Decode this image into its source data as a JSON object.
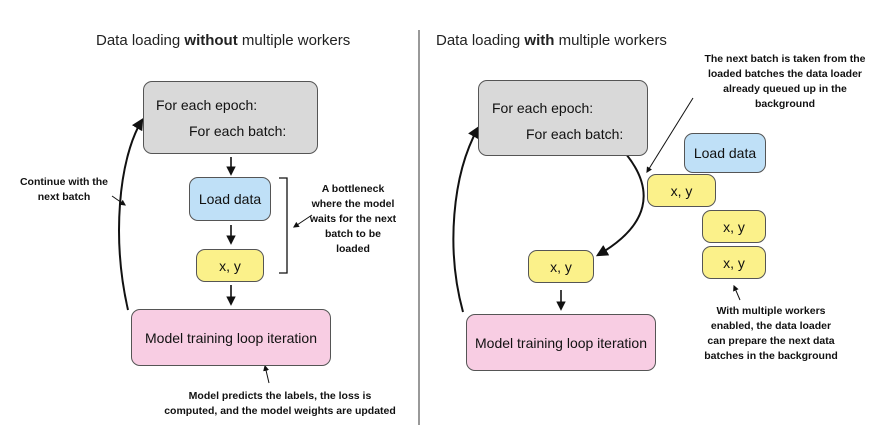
{
  "left": {
    "title_prefix": "Data loading ",
    "title_bold": "without",
    "title_suffix": " multiple workers",
    "epoch_label": "For each epoch:",
    "batch_label": "For each batch:",
    "load_label": "Load data",
    "xy_label": "x, y",
    "train_label": "Model training loop iteration",
    "continue_note": [
      "Continue with the",
      "next batch"
    ],
    "bottleneck_note": [
      "A bottleneck",
      "where the model",
      "waits for the next",
      "batch to be",
      "loaded"
    ],
    "predict_note": [
      "Model predicts the labels, the loss is",
      "computed, and the model weights are updated"
    ]
  },
  "right": {
    "title_prefix": "Data loading ",
    "title_bold": "with",
    "title_suffix": " multiple workers",
    "epoch_label": "For each epoch:",
    "batch_label": "For each batch:",
    "load_label": "Load data",
    "xy_label": "x, y",
    "train_label": "Model training loop iteration",
    "next_batch_note": [
      "The next batch is taken from the",
      "loaded batches the data loader",
      "already queued up in the",
      "background"
    ],
    "workers_note": [
      "With multiple workers",
      "enabled, the data loader",
      "can prepare the next data",
      "batches in the background"
    ]
  },
  "colors": {
    "gray_box": "#d9d9d9",
    "blue_box": "#bfe0f7",
    "yellow_box": "#fbf18a",
    "pink_box": "#f8cde3"
  }
}
